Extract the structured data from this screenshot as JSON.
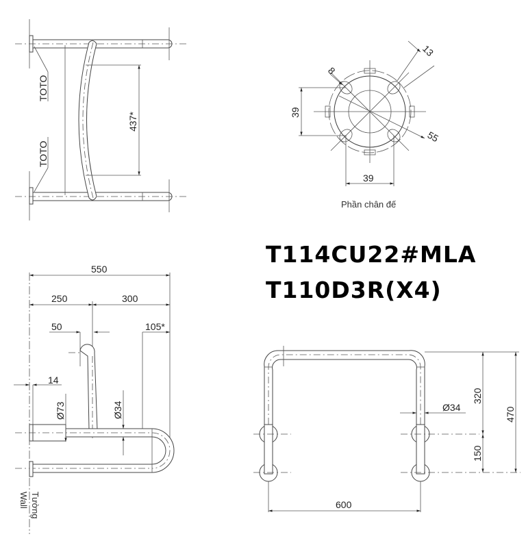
{
  "titles": {
    "model_line_1": "T114CU22#MLA",
    "model_line_2": "T110D3R(X4)"
  },
  "top_view": {
    "brand_label_1": "TOTO",
    "brand_label_2": "TOTO",
    "dim_curve_span": "437*"
  },
  "base_detail": {
    "caption": "Phần chân đế",
    "dim_hole": "8",
    "dim_offset": "13",
    "dim_height": "39",
    "dim_width": "39",
    "dim_diameter": "55"
  },
  "side_view": {
    "dim_total": "550",
    "dim_left": "250",
    "dim_right": "300",
    "dim_leg_offset": "50",
    "dim_bend": "105*",
    "dim_flange": "14",
    "dim_flange_dia": "Ø73",
    "dim_tube_dia": "Ø34",
    "wall_label_vi": "Tường",
    "wall_label_en": "Wall"
  },
  "front_view": {
    "dim_width": "600",
    "dim_upper": "320",
    "dim_total_height": "470",
    "dim_lower": "150",
    "dim_tube_dia": "Ø34"
  }
}
